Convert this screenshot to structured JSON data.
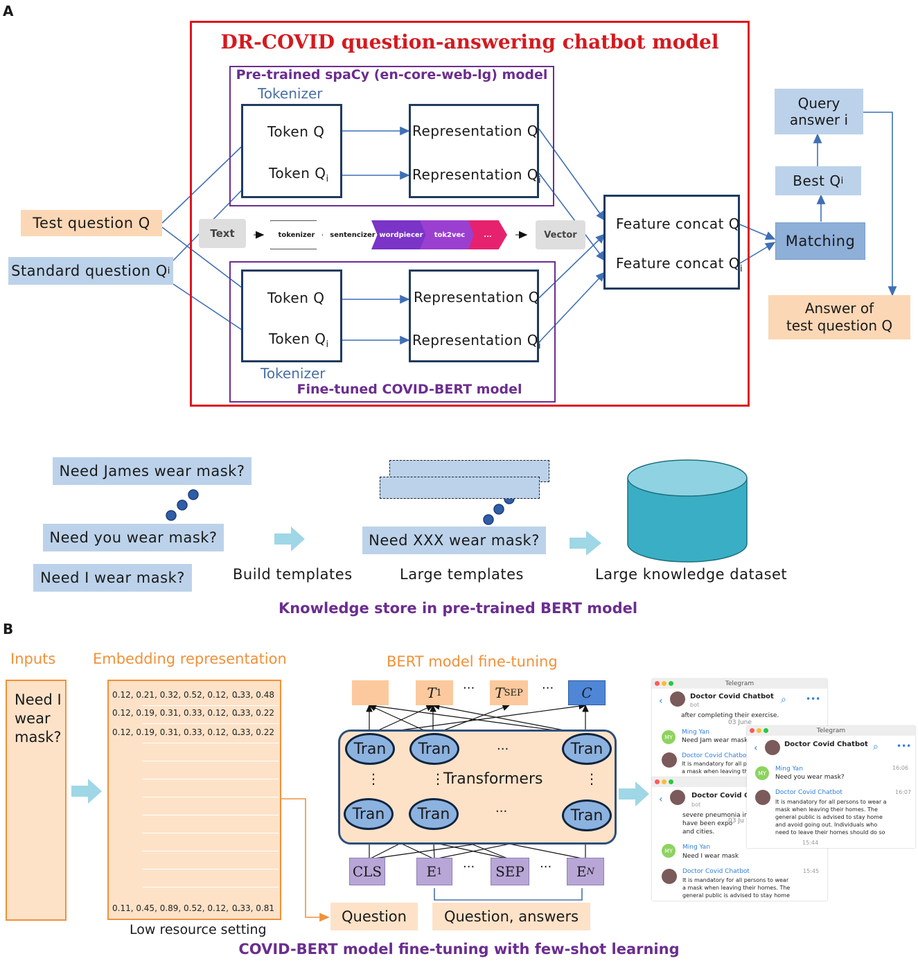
{
  "panel_a": {
    "label": "A",
    "title": "DR-COVID question-answering chatbot model",
    "top_model": {
      "title": "Pre-trained spaCy (en-core-web-lg) model",
      "tokenizer_label": "Tokenizer",
      "tokens": [
        "Token Q",
        "Token Q",
        "i"
      ],
      "reps": [
        "Representation Q",
        "Representation Q",
        "i"
      ]
    },
    "bottom_model": {
      "title": "Fine-tuned COVID-BERT model",
      "tokenizer_label": "Tokenizer",
      "tokens": [
        "Token Q",
        "Token Q",
        "i"
      ],
      "reps": [
        "Representation Q",
        "Representation Q",
        "i"
      ]
    },
    "inputs": {
      "test_question": "Test question Q",
      "standard_question": "Standard question Q",
      "standard_sub": "i"
    },
    "pipeline": {
      "text": "Text",
      "steps": [
        "tokenizer",
        "sentencizer",
        "wordpiecer",
        "tok2vec",
        "..."
      ],
      "vector": "Vector"
    },
    "feature": {
      "line1": "Feature concat Q",
      "line2": "Feature concat Q",
      "sub": "i"
    },
    "matching": "Matching",
    "best": "Best Q",
    "best_sub": "i",
    "query_answer": [
      "Query",
      "answer i"
    ],
    "answer": [
      "Answer of",
      "test question Q"
    ]
  },
  "knowledge": {
    "examples": [
      "Need James wear mask?",
      "Need you wear mask?",
      "Need I wear mask?"
    ],
    "build_templates": "Build templates",
    "template": "Need XXX wear mask?",
    "large_templates": "Large templates",
    "dataset": "Large knowledge dataset",
    "caption": "Knowledge store in pre-trained BERT model"
  },
  "panel_b": {
    "label": "B",
    "inputs_title": "Inputs",
    "input_text": [
      "Need I",
      "wear",
      "mask?"
    ],
    "embedding_title": "Embedding representation",
    "embedding_rows": [
      {
        "left": "0.12, 0.21, 0.32, 0.52, 0.12,",
        "dots": "...",
        "right": "0.33, 0.48"
      },
      {
        "left": "0.12, 0.19, 0.31, 0.33, 0.12,",
        "dots": "...",
        "right": "0.33, 0.22"
      },
      {
        "left": "0.12, 0.19, 0.31, 0.33, 0.12,",
        "dots": "...",
        "right": "0.33, 0.22"
      },
      {
        "left": "0.11, 0.45, 0.89, 0.52, 0.12,",
        "dots": "...",
        "right": "0.33, 0.81"
      }
    ],
    "low_resource": "Low resource setting",
    "bert_title": "BERT model fine-tuning",
    "outputs": [
      "",
      "T",
      "1",
      "T",
      "SEP",
      "C"
    ],
    "ellipsis": "...",
    "tran": "Tran",
    "transformers": "Transformers",
    "vdots": "⋮",
    "tokens": [
      "CLS",
      "E",
      "1",
      "SEP",
      "E",
      "N"
    ],
    "question": "Question",
    "question_answers": "Question, answers",
    "caption": "COVID-BERT model fine-tuning with few-shot learning"
  },
  "chat": {
    "app": "Telegram",
    "bot": "Doctor Covid Chatbot",
    "bot_sub": "bot",
    "user": "Ming Yan",
    "user_initials": "MY",
    "w1": {
      "top_text": "after completing their exercise.",
      "date": "03 June",
      "user_msg": "Need Jam wear mask.",
      "bot_msg": [
        "It is mandatory for all p",
        "a mask when leaving th"
      ]
    },
    "w2": {
      "time1": "16:06",
      "user_msg": "Need you wear mask?",
      "time2": "16:07",
      "bot_msg": [
        "It is mandatory for all persons to wear a",
        "mask when leaving their homes. The",
        "general public is advised to stay home",
        "and avoid going out. Individuals who",
        "need to leave their homes should do so"
      ],
      "time3": "15:44"
    },
    "w3": {
      "bot_short": "Doctor Covid Cha",
      "top_text": [
        "severe pneumonia in C",
        "have been expo",
        "and cities."
      ],
      "date": "03 Ju",
      "user_msg": "Need I wear mask",
      "time": "15:45",
      "bot_msg": [
        "It is mandatory for all persons to wear",
        "a mask when leaving their homes. The",
        "general public is advised to stay home"
      ]
    }
  },
  "colors": {
    "red": "#e0141e",
    "purple": "#6b2d8f",
    "navy": "#1f3a5f",
    "blue_box": "#bcd2ea",
    "peach": "#fbd7b5",
    "orange": "#f0913a",
    "teal": "#3aaec4"
  }
}
